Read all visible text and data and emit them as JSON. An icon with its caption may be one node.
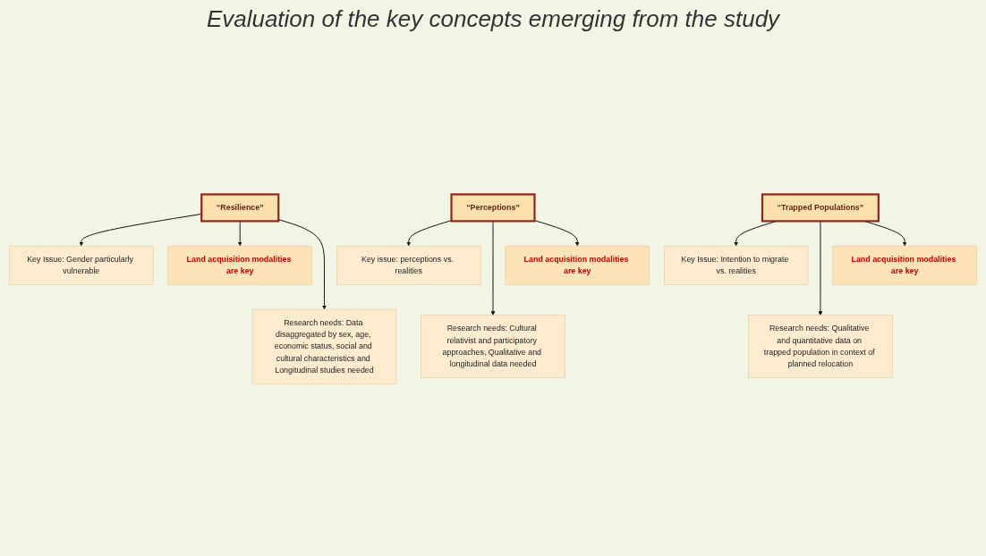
{
  "diagram": {
    "title": "Evaluation of the key concepts emerging from the study",
    "nodes": [
      {
        "text": [
          "“Resilience”"
        ]
      },
      {
        "text": [
          "Key Issue: Gender particularly vulnerable"
        ]
      },
      {
        "text": [
          "Land acquisition modalities are key"
        ]
      },
      {
        "text": [
          "Research needs: Data disaggregated by sex, age, economic status, social and cultural characteristics and Longitudinal studies needed"
        ]
      },
      {
        "text": [
          "“Perceptions”"
        ]
      },
      {
        "text": [
          "Key issue: perceptions vs. realities"
        ]
      },
      {
        "text": [
          "Land acquisition modalities are key"
        ]
      },
      {
        "text": [
          "Research needs: Cultural relativist and participatory approaches, Qualitative and longitudinal data needed"
        ]
      },
      {
        "text": [
          "“Trapped Populations”"
        ]
      },
      {
        "text": [
          "Key Issue: Intention to migrate vs. realities"
        ]
      },
      {
        "text": [
          "Land acquisition modalities are key"
        ]
      },
      {
        "text": [
          "Research needs: Qualitative and quantitative data on trapped population in context of planned relocation"
        ]
      }
    ],
    "edges": [
      {
        "from": 0,
        "to": 1,
        "arrow": "to"
      },
      {
        "from": 0,
        "to": 2,
        "arrow": "to"
      },
      {
        "from": 0,
        "to": 3,
        "arrow": "to"
      },
      {
        "from": 4,
        "to": 5,
        "arrow": "to"
      },
      {
        "from": 4,
        "to": 7,
        "arrow": "to"
      },
      {
        "from": 4,
        "to": 6,
        "arrow": "to"
      },
      {
        "from": 8,
        "to": 9,
        "arrow": "to"
      },
      {
        "from": 8,
        "to": 11,
        "arrow": "to"
      },
      {
        "from": 8,
        "to": 10,
        "arrow": "to"
      }
    ]
  }
}
